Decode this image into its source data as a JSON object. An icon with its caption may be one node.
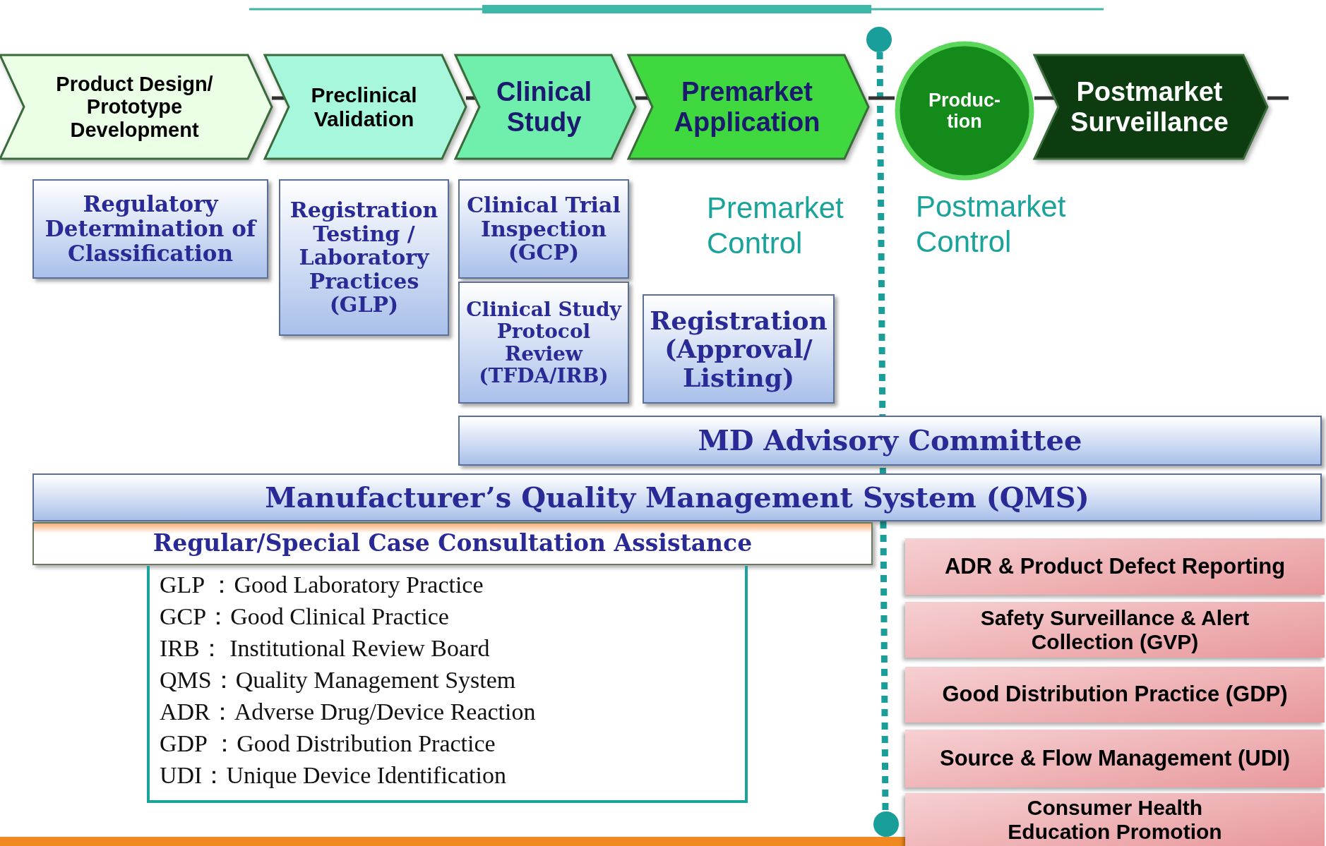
{
  "diagram": {
    "nodes": [
      {
        "text": [
          "Product Design/ Prototype Development"
        ]
      },
      {
        "text": [
          "Preclinical Validation"
        ]
      },
      {
        "text": [
          "Clinical Study"
        ]
      },
      {
        "text": [
          "Premarket Application"
        ]
      },
      {
        "text": [
          "Produc- tion"
        ]
      },
      {
        "text": [
          "Postmarket Surveillance"
        ]
      },
      {
        "text": [
          "Regulatory Determination of Classification"
        ]
      },
      {
        "text": [
          "Registration Testing / Laboratory Practices (GLP)"
        ]
      },
      {
        "text": [
          "Clinical Trial Inspection (GCP)"
        ]
      },
      {
        "text": [
          "Clinical Study Protocol Review (TFDA/IRB)"
        ]
      },
      {
        "text": [
          "Registration (Approval/ Listing)"
        ]
      },
      {
        "text": [
          "MD Advisory Committee"
        ]
      },
      {
        "text": [
          "Manufacturer’s Quality Management System (QMS)"
        ]
      },
      {
        "text": [
          "Regular/Special Case Consultation Assistance"
        ]
      },
      {
        "text": [
          "GLP ：Good Laboratory Practice",
          "GCP：Good Clinical Practice",
          "IRB： Institutional Review Board",
          "QMS：Quality Management System",
          "ADR：Adverse Drug/Device Reaction",
          "GDP ：Good Distribution Practice",
          "UDI：Unique Device Identification"
        ]
      },
      {
        "text": [
          "ADR & Product Defect Reporting"
        ]
      },
      {
        "text": [
          "Safety Surveillance & Alert Collection (GVP)"
        ]
      },
      {
        "text": [
          "Good Distribution Practice (GDP)"
        ]
      },
      {
        "text": [
          "Source & Flow Management (UDI)"
        ]
      },
      {
        "text": [
          "Consumer Health Education Promotion"
        ]
      }
    ],
    "edges": [
      {
        "from": 0,
        "to": 1,
        "arrow": "none"
      },
      {
        "from": 1,
        "to": 2,
        "arrow": "none"
      },
      {
        "from": 2,
        "to": 3,
        "arrow": "none"
      },
      {
        "from": 3,
        "to": 4,
        "arrow": "none"
      },
      {
        "from": 4,
        "to": 5,
        "arrow": "none"
      }
    ],
    "labels": [
      "Premarket Control",
      "Postmarket Control"
    ]
  }
}
